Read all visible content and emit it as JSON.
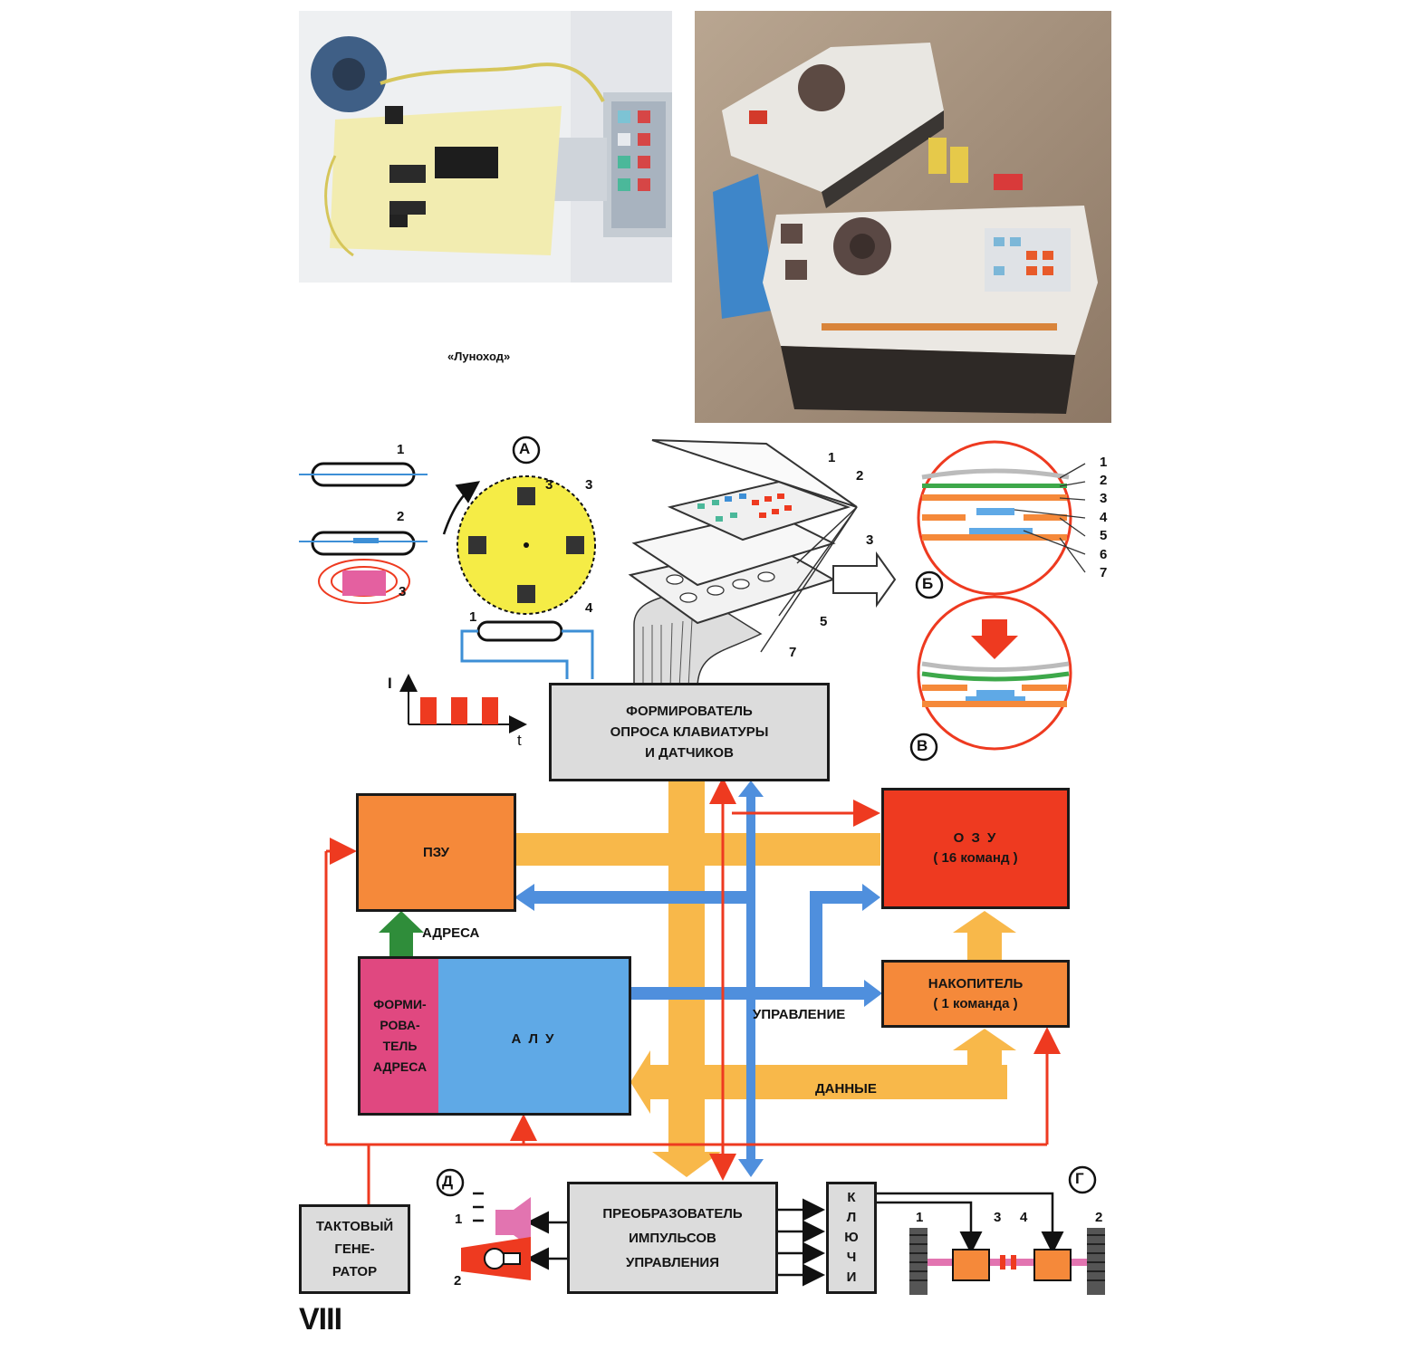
{
  "colors": {
    "orange_block": "#f5893a",
    "red_block": "#ee3a20",
    "blue_block": "#5fa9e6",
    "magenta_block": "#e04880",
    "gray_block": "#dcdcdc",
    "data_bus": "#f8b84a",
    "control_bus": "#4f8fdd",
    "address_arrow": "#2f8d3a",
    "clock_line": "#ee3a20",
    "reed_yellow": "#f5ec46"
  },
  "caption": "«Луноход»",
  "page_number": "VIII",
  "markers": {
    "a": "А",
    "b": "Б",
    "v": "В",
    "g": "Г",
    "d": "Д"
  },
  "blocks": {
    "scanner_line1": "ФОРМИРОВАТЕЛЬ",
    "scanner_line2": "ОПРОСА КЛАВИАТУРЫ",
    "scanner_line3": "И  ДАТЧИКОВ",
    "pzu": "ПЗУ",
    "ozu_line1": "О З У",
    "ozu_line2": "( 16 команд )",
    "accumulator_line1": "НАКОПИТЕЛЬ",
    "accumulator_line2": "( 1 команда )",
    "alu": "А Л У",
    "addr_former_line1": "ФОРМИ-",
    "addr_former_line2": "РОВА-",
    "addr_former_line3": "ТЕЛЬ",
    "addr_former_line4": "АДРЕСА",
    "converter_line1": "ПРЕОБРАЗОВАТЕЛЬ",
    "converter_line2": "ИМПУЛЬСОВ",
    "converter_line3": "УПРАВЛЕНИЯ",
    "keys": [
      "К",
      "Л",
      "Ю",
      "Ч",
      "И"
    ],
    "clock_line1": "ТАКТОВЫЙ",
    "clock_line2": "ГЕНЕ-",
    "clock_line3": "РАТОР"
  },
  "bus_labels": {
    "address": "АДРЕСА",
    "control": "УПРАВЛЕНИЕ",
    "data": "ДАННЫЕ"
  },
  "graph": {
    "y_axis": "I",
    "x_axis": "t"
  },
  "callouts": {
    "reed_1": "1",
    "reed_2": "2",
    "reed_3": "3",
    "wheel_3a": "3",
    "wheel_3b": "3",
    "wheel_4": "4",
    "wheel_reed_1": "1",
    "kb_1": "1",
    "kb_2": "2",
    "kb_3": "3",
    "kb_5": "5",
    "kb_7": "7",
    "sec_1": "1",
    "sec_2": "2",
    "sec_3": "3",
    "sec_4": "4",
    "sec_5": "5",
    "sec_6": "6",
    "sec_7": "7",
    "out_1": "1",
    "out_2": "2",
    "motor_1": "1",
    "motor_2": "2",
    "motor_3": "3",
    "motor_4": "4"
  }
}
